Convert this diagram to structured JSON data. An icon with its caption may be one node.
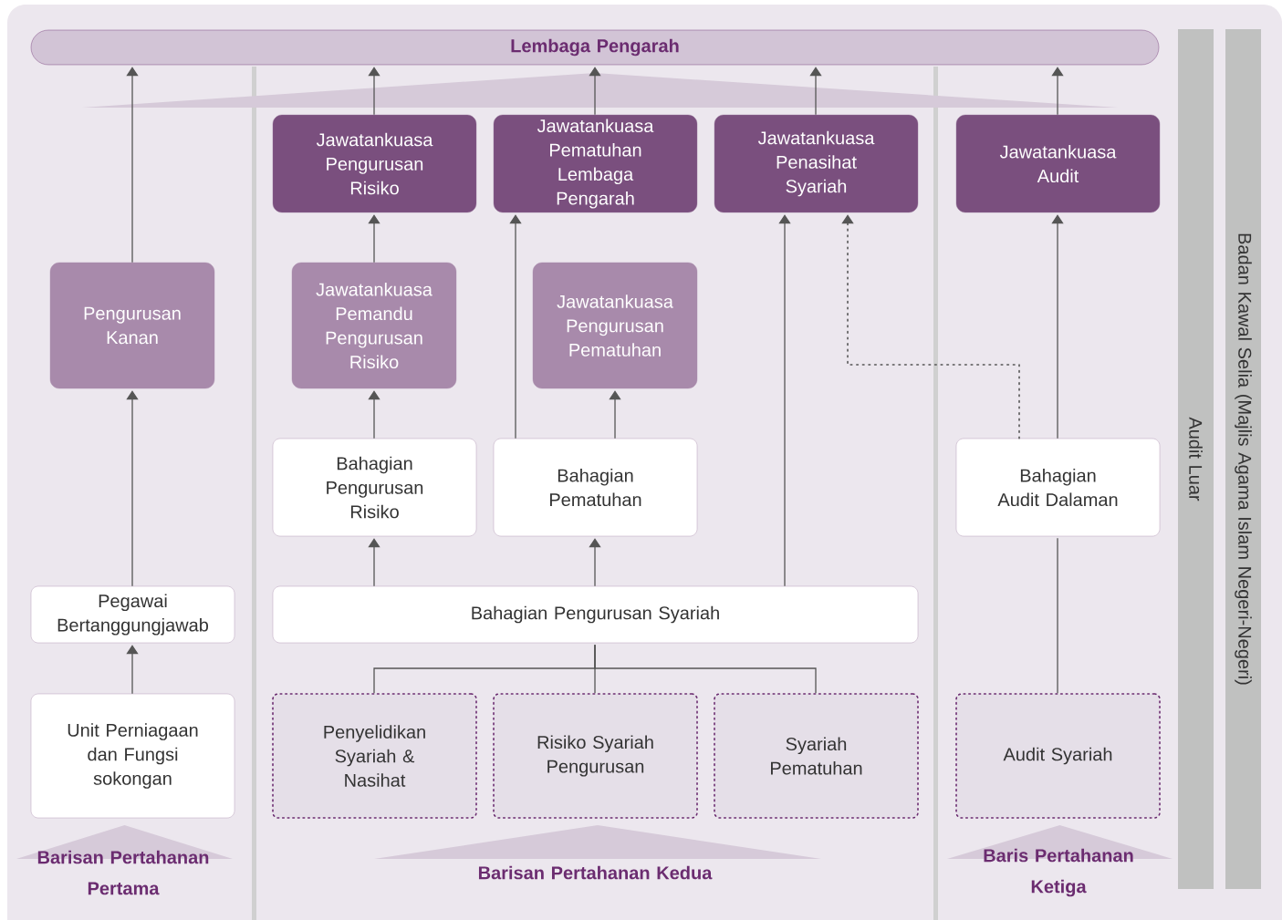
{
  "diagram": {
    "nodes": [
      {
        "text": [
          "Lembaga Pengarah"
        ]
      },
      {
        "text": [
          "Jawatankuasa Pengurusan Risiko"
        ]
      },
      {
        "text": [
          "Jawatankuasa Pematuhan Lembaga Pengarah"
        ]
      },
      {
        "text": [
          "Jawatankuasa Penasihat Syariah"
        ]
      },
      {
        "text": [
          "Jawatankuasa Audit"
        ]
      },
      {
        "text": [
          "Pengurusan Kanan"
        ]
      },
      {
        "text": [
          "Jawatankuasa Pemandu Pengurusan Risiko"
        ]
      },
      {
        "text": [
          "Jawatankuasa Pengurusan Pematuhan"
        ]
      },
      {
        "text": [
          "Bahagian Pengurusan Risiko"
        ]
      },
      {
        "text": [
          "Bahagian Pematuhan"
        ]
      },
      {
        "text": [
          "Bahagian Audit Dalaman"
        ]
      },
      {
        "text": [
          "Pegawai Bertanggungjawab"
        ]
      },
      {
        "text": [
          "Bahagian Pengurusan Syariah"
        ]
      },
      {
        "text": [
          "Unit Perniagaan dan Fungsi sokongan"
        ]
      },
      {
        "text": [
          "Penyelidikan Syariah & Nasihat"
        ]
      },
      {
        "text": [
          "Risiko Syariah Pengurusan"
        ]
      },
      {
        "text": [
          "Syariah Pematuhan"
        ]
      },
      {
        "text": [
          "Audit Syariah"
        ]
      },
      {
        "text": [
          "Audit Luar"
        ]
      },
      {
        "text": [
          "Badan Kawal Selia (Majlis Agama Islam Negeri-Negeri)"
        ]
      }
    ],
    "edges": [
      {
        "from": 5,
        "to": 0,
        "arrow": "to"
      },
      {
        "from": 1,
        "to": 0,
        "arrow": "to"
      },
      {
        "from": 2,
        "to": 0,
        "arrow": "to"
      },
      {
        "from": 3,
        "to": 0,
        "arrow": "to"
      },
      {
        "from": 4,
        "to": 0,
        "arrow": "to"
      },
      {
        "from": 6,
        "to": 1,
        "arrow": "to"
      },
      {
        "from": 9,
        "to": 2,
        "arrow": "to"
      },
      {
        "from": 12,
        "to": 3,
        "arrow": "to"
      },
      {
        "from": 10,
        "to": 3,
        "arrow": "to",
        "style": "dashed"
      },
      {
        "from": 10,
        "to": 4,
        "arrow": "to"
      },
      {
        "from": 11,
        "to": 5,
        "arrow": "to"
      },
      {
        "from": 8,
        "to": 6,
        "arrow": "to"
      },
      {
        "from": 9,
        "to": 7,
        "arrow": "to"
      },
      {
        "from": 13,
        "to": 11,
        "arrow": "to"
      },
      {
        "from": 12,
        "to": 8,
        "arrow": "to"
      },
      {
        "from": 12,
        "to": 9,
        "arrow": "to"
      },
      {
        "from": 17,
        "to": 10,
        "arrow": "none"
      },
      {
        "from": 14,
        "to": 12,
        "arrow": "none"
      },
      {
        "from": 15,
        "to": 12,
        "arrow": "none"
      },
      {
        "from": 16,
        "to": 12,
        "arrow": "none"
      }
    ],
    "labels": [
      "Barisan Pertahanan Pertama",
      "Barisan Pertahanan Kedua",
      "Baris Pertahanan Ketiga"
    ]
  }
}
